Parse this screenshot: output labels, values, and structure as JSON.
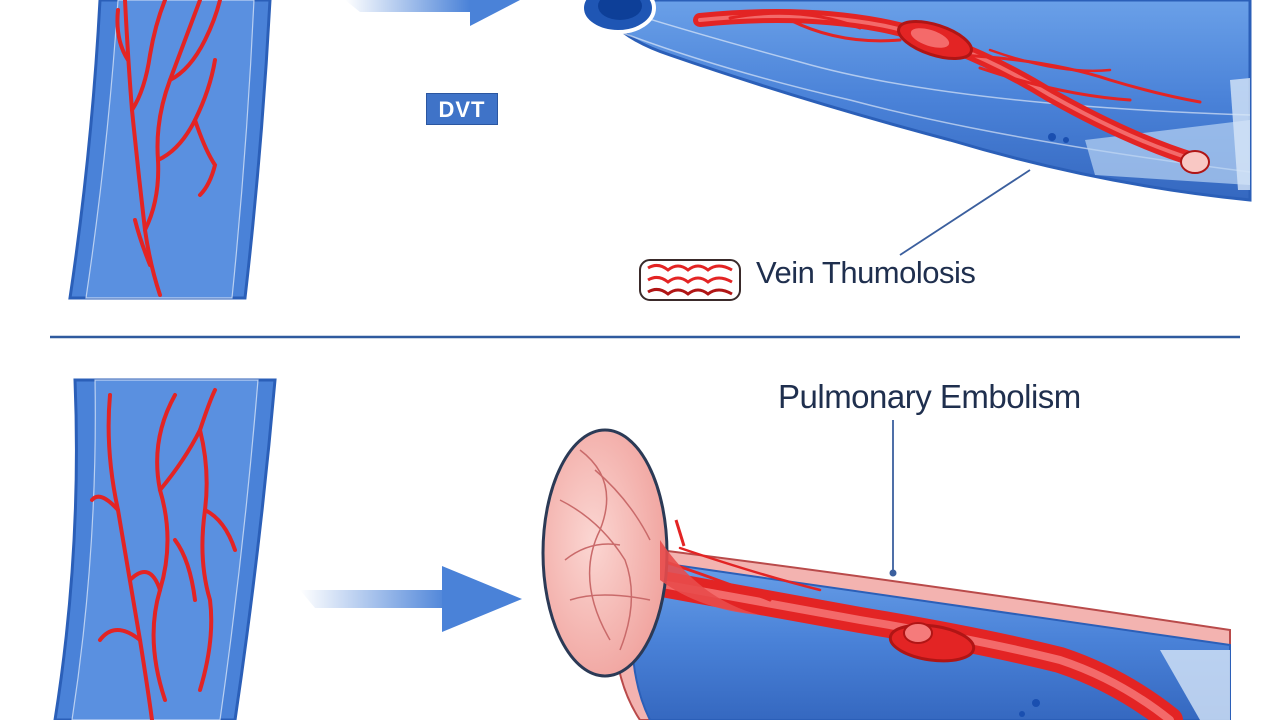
{
  "labels": {
    "dvt_badge": "DVT",
    "top_caption": "Vein Thumolosis",
    "bottom_caption": "Pulmonary Embolism"
  },
  "colors": {
    "vein_blue": "#4a82d8",
    "vein_dark": "#2b5fb8",
    "vein_light": "#7fb0ee",
    "clot_red": "#e32424",
    "clot_dark": "#b01515",
    "clot_pink": "#f3b3b0",
    "divider": "#2f5a9e",
    "text": "#1f2f4e"
  },
  "icons": {
    "flow_arrow_top": "right-arrow-icon",
    "flow_arrow_bottom": "right-arrow-icon",
    "clot_icon": "blood-clot-icon"
  }
}
